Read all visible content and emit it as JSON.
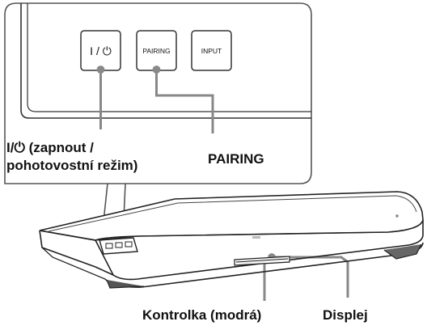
{
  "buttons": {
    "power_label": "I / ⏻",
    "pairing_label": "PAIRING",
    "input_label": "INPUT"
  },
  "callouts": {
    "power_line1": "I/⏻ (zapnout /",
    "power_line2": "pohotovostní režim)",
    "pairing": "PAIRING",
    "indicator": "Kontrolka (modrá)",
    "display": "Displej"
  }
}
